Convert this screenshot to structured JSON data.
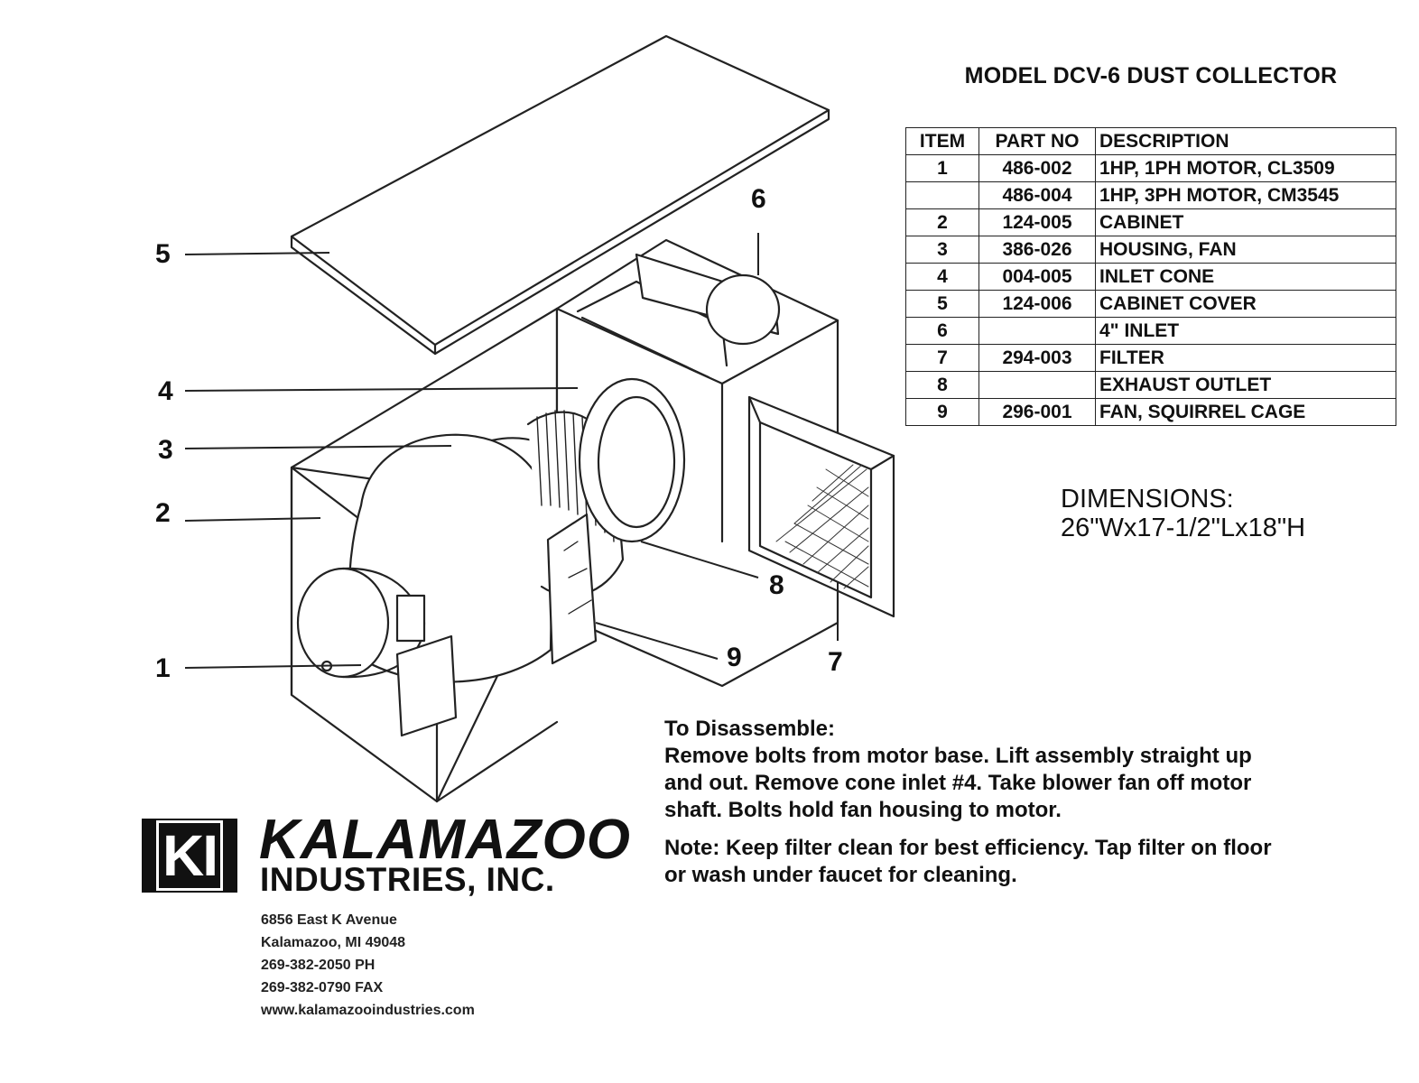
{
  "title": "MODEL DCV-6 DUST COLLECTOR",
  "parts_table": {
    "headers": [
      "ITEM",
      "PART NO",
      "DESCRIPTION"
    ],
    "rows": [
      {
        "item": "1",
        "part_no": "486-002",
        "description": "1HP, 1PH MOTOR, CL3509"
      },
      {
        "item": "",
        "part_no": "486-004",
        "description": "1HP, 3PH MOTOR, CM3545"
      },
      {
        "item": "2",
        "part_no": "124-005",
        "description": "CABINET"
      },
      {
        "item": "3",
        "part_no": "386-026",
        "description": "HOUSING, FAN"
      },
      {
        "item": "4",
        "part_no": "004-005",
        "description": "INLET CONE"
      },
      {
        "item": "5",
        "part_no": "124-006",
        "description": "CABINET COVER"
      },
      {
        "item": "6",
        "part_no": "",
        "description": "4\" INLET"
      },
      {
        "item": "7",
        "part_no": "294-003",
        "description": "FILTER"
      },
      {
        "item": "8",
        "part_no": "",
        "description": "EXHAUST OUTLET"
      },
      {
        "item": "9",
        "part_no": "296-001",
        "description": "FAN, SQUIRREL CAGE"
      }
    ]
  },
  "dimensions": {
    "label": "DIMENSIONS:",
    "value": "26\"Wx17-1/2\"Lx18\"H"
  },
  "instructions": {
    "heading": "To Disassemble:",
    "lines": [
      "Remove bolts from motor base.  Lift assembly straight up",
      "and out.  Remove cone inlet #4.  Take blower fan off motor",
      "shaft.  Bolts hold fan housing to motor."
    ],
    "note_lines": [
      "Note:  Keep filter clean for best efficiency.  Tap filter on floor",
      "or wash under faucet for cleaning."
    ]
  },
  "company": {
    "logo_letters": "KI",
    "name": "KALAMAZOO",
    "subname": "INDUSTRIES, INC.",
    "address_lines": [
      "6856 East K Avenue",
      "Kalamazoo, MI 49048",
      "269-382-2050 PH",
      "269-382-0790 FAX",
      "www.kalamazooindustries.com"
    ]
  },
  "callouts": [
    "1",
    "2",
    "3",
    "4",
    "5",
    "6",
    "7",
    "8",
    "9"
  ],
  "colors": {
    "ink": "#111111",
    "paper": "#ffffff"
  }
}
